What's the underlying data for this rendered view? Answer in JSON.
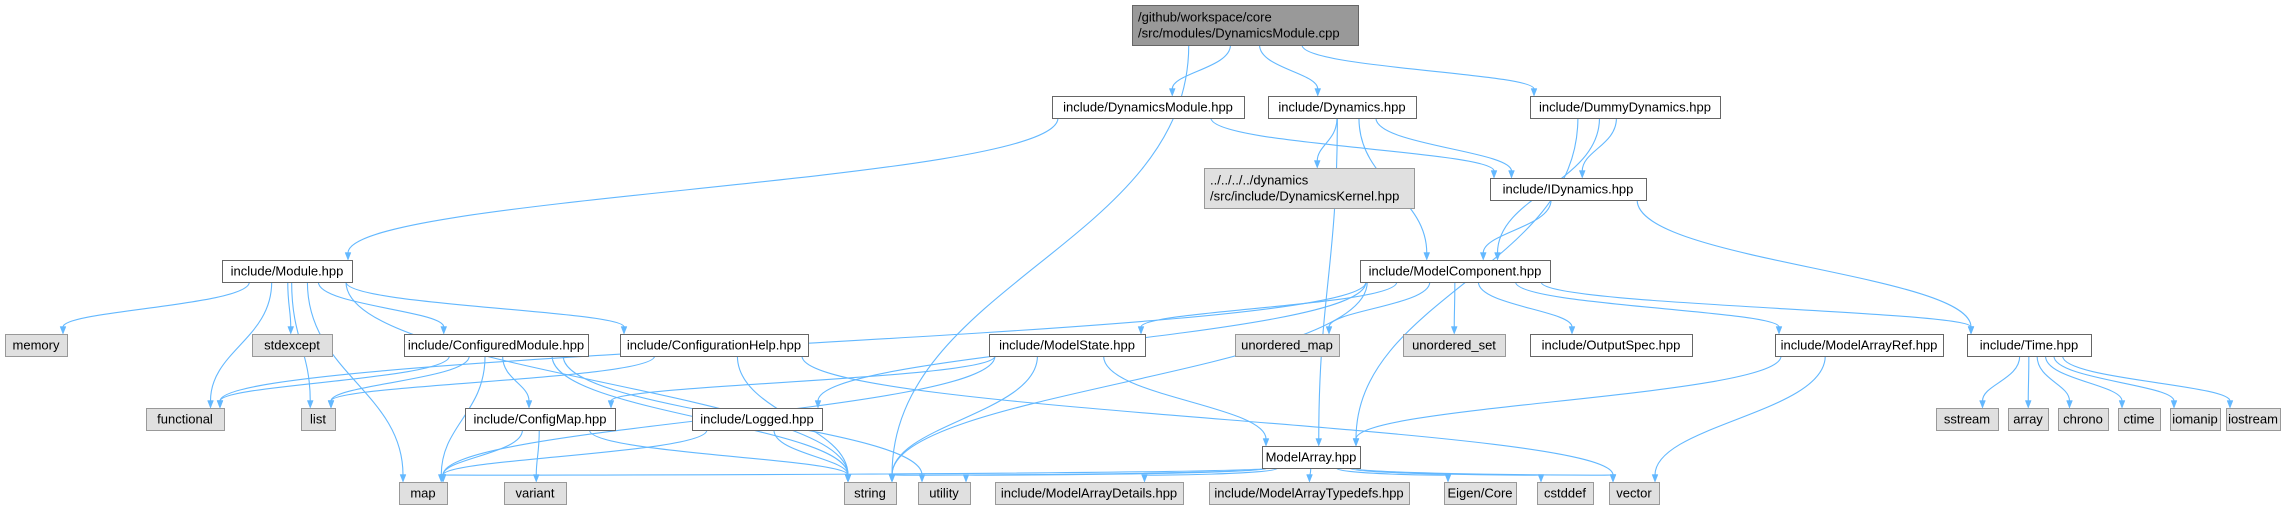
{
  "colors": {
    "edge": "#63b8ff",
    "root_fill": "#999999",
    "root_stroke": "#666666",
    "file_fill": "#ffffff",
    "file_stroke": "#666666",
    "external_fill": "#e0e0e0",
    "external_stroke": "#999999"
  },
  "nodes": [
    {
      "id": "root",
      "type": "root",
      "lines": [
        "/github/workspace/core",
        "/src/modules/DynamicsModule.cpp"
      ]
    },
    {
      "id": "dynmod",
      "type": "file",
      "lines": [
        "include/DynamicsModule.hpp"
      ]
    },
    {
      "id": "dynamics",
      "type": "file",
      "lines": [
        "include/Dynamics.hpp"
      ]
    },
    {
      "id": "dummy",
      "type": "file",
      "lines": [
        "include/DummyDynamics.hpp"
      ]
    },
    {
      "id": "kernel",
      "type": "external",
      "lines": [
        "../../../../dynamics",
        "/src/include/DynamicsKernel.hpp"
      ]
    },
    {
      "id": "idyn",
      "type": "file",
      "lines": [
        "include/IDynamics.hpp"
      ]
    },
    {
      "id": "module",
      "type": "file",
      "lines": [
        "include/Module.hpp"
      ]
    },
    {
      "id": "modelcomp",
      "type": "file",
      "lines": [
        "include/ModelComponent.hpp"
      ]
    },
    {
      "id": "memory",
      "type": "external",
      "lines": [
        "memory"
      ]
    },
    {
      "id": "stdexcept",
      "type": "external",
      "lines": [
        "stdexcept"
      ]
    },
    {
      "id": "confmod",
      "type": "file",
      "lines": [
        "include/ConfiguredModule.hpp"
      ]
    },
    {
      "id": "confhelp",
      "type": "file",
      "lines": [
        "include/ConfigurationHelp.hpp"
      ]
    },
    {
      "id": "modelstate",
      "type": "file",
      "lines": [
        "include/ModelState.hpp"
      ]
    },
    {
      "id": "umap",
      "type": "external",
      "lines": [
        "unordered_map"
      ]
    },
    {
      "id": "uset",
      "type": "external",
      "lines": [
        "unordered_set"
      ]
    },
    {
      "id": "outspec",
      "type": "file",
      "lines": [
        "include/OutputSpec.hpp"
      ]
    },
    {
      "id": "arrref",
      "type": "file",
      "lines": [
        "include/ModelArrayRef.hpp"
      ]
    },
    {
      "id": "time",
      "type": "file",
      "lines": [
        "include/Time.hpp"
      ]
    },
    {
      "id": "functional",
      "type": "external",
      "lines": [
        "functional"
      ]
    },
    {
      "id": "list",
      "type": "external",
      "lines": [
        "list"
      ]
    },
    {
      "id": "configmap",
      "type": "file",
      "lines": [
        "include/ConfigMap.hpp"
      ]
    },
    {
      "id": "logged",
      "type": "file",
      "lines": [
        "include/Logged.hpp"
      ]
    },
    {
      "id": "modelarray",
      "type": "file",
      "lines": [
        "ModelArray.hpp"
      ]
    },
    {
      "id": "sstream",
      "type": "external",
      "lines": [
        "sstream"
      ]
    },
    {
      "id": "array",
      "type": "external",
      "lines": [
        "array"
      ]
    },
    {
      "id": "chrono",
      "type": "external",
      "lines": [
        "chrono"
      ]
    },
    {
      "id": "ctime",
      "type": "external",
      "lines": [
        "ctime"
      ]
    },
    {
      "id": "iomanip",
      "type": "external",
      "lines": [
        "iomanip"
      ]
    },
    {
      "id": "iostream",
      "type": "external",
      "lines": [
        "iostream"
      ]
    },
    {
      "id": "map",
      "type": "external",
      "lines": [
        "map"
      ]
    },
    {
      "id": "variant",
      "type": "external",
      "lines": [
        "variant"
      ]
    },
    {
      "id": "string",
      "type": "external",
      "lines": [
        "string"
      ]
    },
    {
      "id": "utility",
      "type": "external",
      "lines": [
        "utility"
      ]
    },
    {
      "id": "details",
      "type": "external",
      "lines": [
        "include/ModelArrayDetails.hpp"
      ]
    },
    {
      "id": "typedefs",
      "type": "external",
      "lines": [
        "include/ModelArrayTypedefs.hpp"
      ]
    },
    {
      "id": "eigen",
      "type": "external",
      "lines": [
        "Eigen/Core"
      ]
    },
    {
      "id": "cstddef",
      "type": "external",
      "lines": [
        "cstddef"
      ]
    },
    {
      "id": "vector",
      "type": "external",
      "lines": [
        "vector"
      ]
    }
  ],
  "edges": [
    [
      "root",
      "dynmod"
    ],
    [
      "root",
      "dynamics"
    ],
    [
      "root",
      "dummy"
    ],
    [
      "root",
      "string"
    ],
    [
      "dynmod",
      "idyn"
    ],
    [
      "dynmod",
      "module"
    ],
    [
      "dynamics",
      "kernel"
    ],
    [
      "dynamics",
      "idyn"
    ],
    [
      "dynamics",
      "modelcomp"
    ],
    [
      "dynamics",
      "modelarray"
    ],
    [
      "dummy",
      "idyn"
    ],
    [
      "dummy",
      "modelcomp"
    ],
    [
      "dummy",
      "modelarray"
    ],
    [
      "idyn",
      "modelcomp"
    ],
    [
      "idyn",
      "time"
    ],
    [
      "module",
      "memory"
    ],
    [
      "module",
      "stdexcept"
    ],
    [
      "module",
      "confmod"
    ],
    [
      "module",
      "confhelp"
    ],
    [
      "module",
      "functional"
    ],
    [
      "module",
      "list"
    ],
    [
      "module",
      "map"
    ],
    [
      "module",
      "string"
    ],
    [
      "modelcomp",
      "functional"
    ],
    [
      "modelcomp",
      "modelstate"
    ],
    [
      "modelcomp",
      "umap"
    ],
    [
      "modelcomp",
      "uset"
    ],
    [
      "modelcomp",
      "outspec"
    ],
    [
      "modelcomp",
      "arrref"
    ],
    [
      "modelcomp",
      "time"
    ],
    [
      "modelcomp",
      "logged"
    ],
    [
      "modelcomp",
      "string"
    ],
    [
      "confmod",
      "configmap"
    ],
    [
      "confmod",
      "functional"
    ],
    [
      "confmod",
      "list"
    ],
    [
      "confmod",
      "map"
    ],
    [
      "confmod",
      "string"
    ],
    [
      "confmod",
      "utility"
    ],
    [
      "confhelp",
      "list"
    ],
    [
      "confhelp",
      "string"
    ],
    [
      "confhelp",
      "vector"
    ],
    [
      "modelstate",
      "configmap"
    ],
    [
      "modelstate",
      "map"
    ],
    [
      "modelstate",
      "modelarray"
    ],
    [
      "modelstate",
      "string"
    ],
    [
      "arrref",
      "modelarray"
    ],
    [
      "arrref",
      "vector"
    ],
    [
      "time",
      "sstream"
    ],
    [
      "time",
      "array"
    ],
    [
      "time",
      "chrono"
    ],
    [
      "time",
      "ctime"
    ],
    [
      "time",
      "iomanip"
    ],
    [
      "time",
      "iostream"
    ],
    [
      "configmap",
      "map"
    ],
    [
      "configmap",
      "variant"
    ],
    [
      "configmap",
      "string"
    ],
    [
      "logged",
      "map"
    ],
    [
      "logged",
      "string"
    ],
    [
      "modelarray",
      "map"
    ],
    [
      "modelarray",
      "string"
    ],
    [
      "modelarray",
      "utility"
    ],
    [
      "modelarray",
      "details"
    ],
    [
      "modelarray",
      "typedefs"
    ],
    [
      "modelarray",
      "eigen"
    ],
    [
      "modelarray",
      "cstddef"
    ],
    [
      "modelarray",
      "vector"
    ]
  ]
}
